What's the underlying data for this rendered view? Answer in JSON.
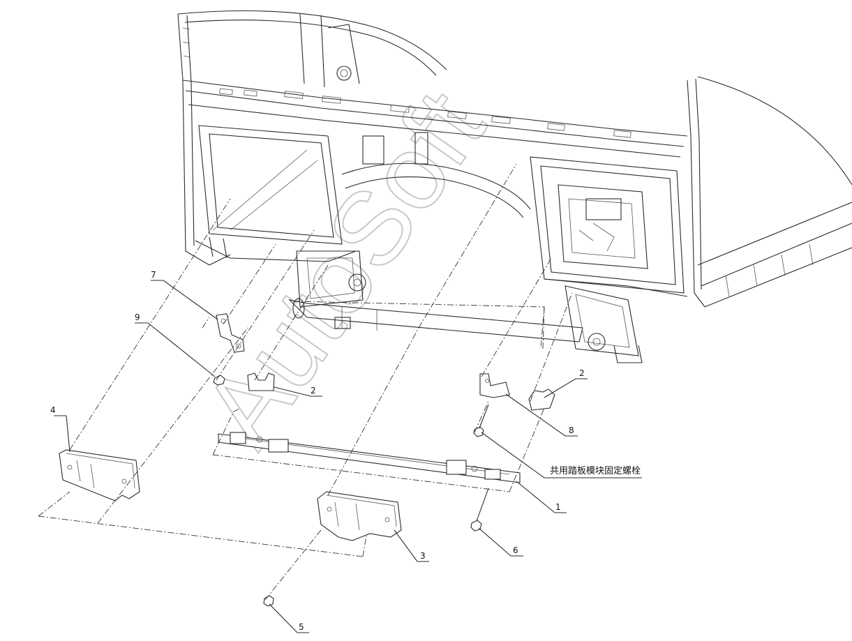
{
  "diagram": {
    "callouts": {
      "c1": "1",
      "c2a": "2",
      "c2b": "2",
      "c3": "3",
      "c4": "4",
      "c5": "5",
      "c6": "6",
      "c7": "7",
      "c8": "8",
      "c9": "9"
    },
    "note": "共用踏板模块固定螺栓",
    "watermark": "AutoSoft"
  }
}
